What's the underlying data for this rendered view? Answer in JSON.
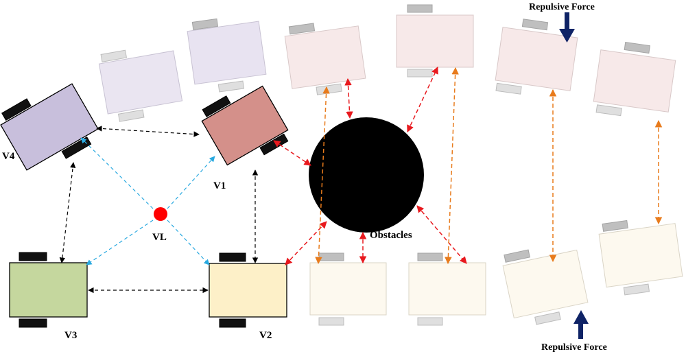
{
  "labels": {
    "v1": "V1",
    "v2": "V2",
    "v3": "V3",
    "v4": "V4",
    "vl": "VL",
    "obstacles": "Obstacles",
    "repulsive_top": "Repulsive Force",
    "repulsive_bottom": "Repulsive Force"
  },
  "colors": {
    "v1_body": "#d4908a",
    "v2_body": "#fdf0c8",
    "v3_body": "#c5d79e",
    "v4_body": "#c8bfdc",
    "virtual_leader": "#ff0000",
    "obstacle": "#000000",
    "inter_vehicle_link": "#000000",
    "leader_link": "#29a9e0",
    "obstacle_repulsion": "#e8191e",
    "vehicle_repulsion": "#e87b1c",
    "force_arrow": "#0f2366",
    "wheel": "#111111",
    "ghost_wheel": "#aaaaaa"
  }
}
